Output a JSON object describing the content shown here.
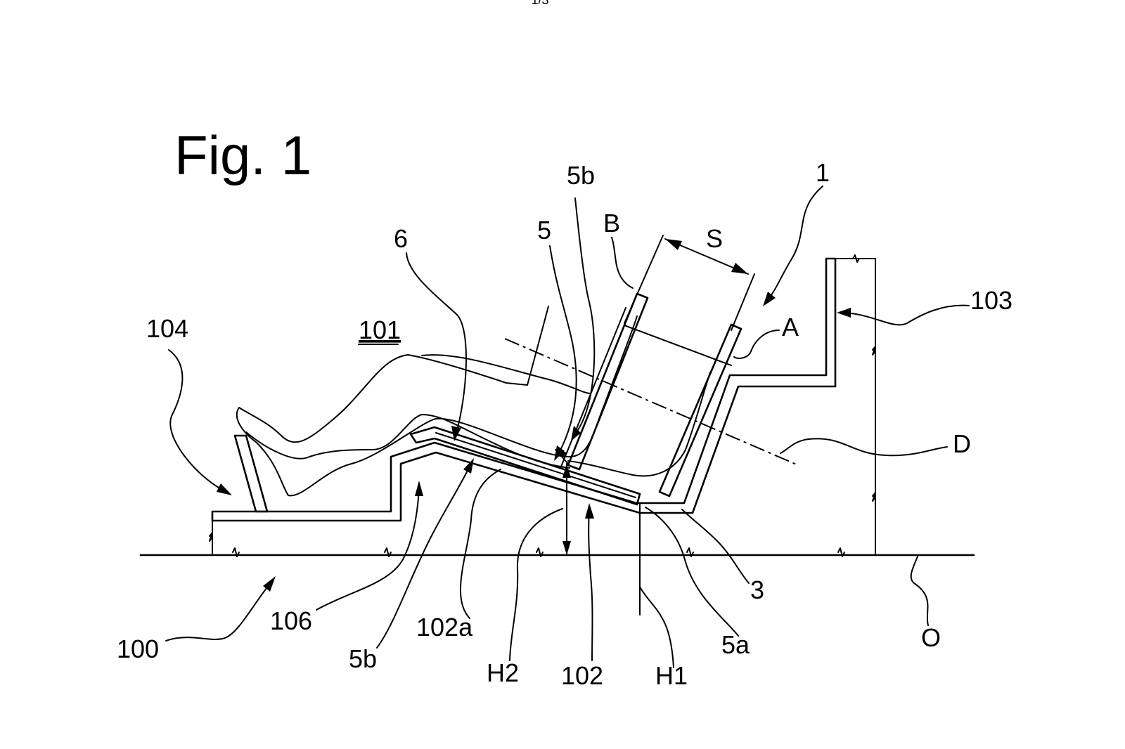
{
  "page_number": "1/3",
  "figure_title": "Fig. 1",
  "labels": {
    "l1": "1",
    "l3": "3",
    "l5": "5",
    "l5a": "5a",
    "l5b_top": "5b",
    "l5b_bottom": "5b",
    "l6": "6",
    "l100": "100",
    "l101": "101",
    "l102": "102",
    "l102a": "102a",
    "l103": "103",
    "l104": "104",
    "l106": "106",
    "lA": "A",
    "lB": "B",
    "lD": "D",
    "lS": "S",
    "lH1": "H1",
    "lH2": "H2",
    "lO": "O"
  }
}
